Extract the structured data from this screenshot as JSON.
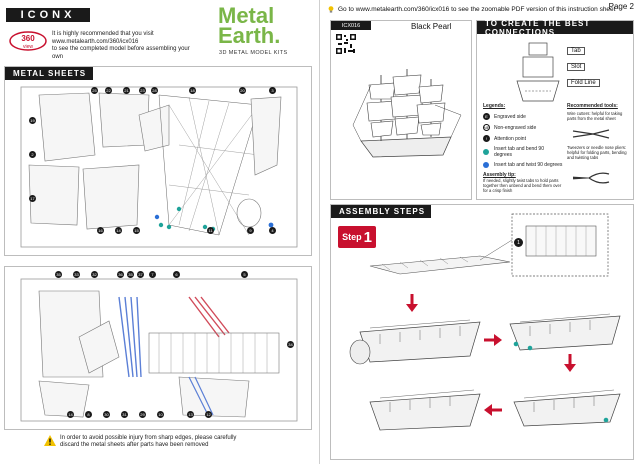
{
  "page_left": {
    "brand_label": "ICONX",
    "badge_label": "360",
    "badge_sub": "view",
    "intro_lines": [
      "It is highly recommended that you visit",
      "www.metalearth.com/360/icx016",
      "to see the completed model before assembling your own"
    ],
    "logo_line1": "Metal",
    "logo_line2": "Earth.",
    "kits_label": "3D METAL MODEL KITS",
    "metal_sheets_title": "METAL SHEETS",
    "sheet1_numbers": [
      "25",
      "22",
      "21",
      "23",
      "28",
      "18",
      "20",
      "19",
      "17",
      "14",
      "16",
      "15",
      "11",
      "9",
      "3",
      "2",
      "4"
    ],
    "sheet2_numbers": [
      "35",
      "33",
      "32",
      "36",
      "35",
      "37",
      "7",
      "6",
      "5",
      "34",
      "14",
      "8",
      "30",
      "31",
      "29",
      "10",
      "13",
      "12"
    ],
    "warning_lines": [
      "In order to avoid possible injury from sharp edges, please carefully",
      "discard the metal sheets after parts have been removed"
    ]
  },
  "page_right": {
    "page_number": "Page 2",
    "url_line": "Go to www.metalearth.com/360/icx016 to see the zoomable PDF version of this instruction sheet",
    "model_code": "ICX016",
    "model_name": "Black Pearl",
    "connections_title": "TO CREATE THE BEST CONNECTIONS",
    "tab_label": "Tab",
    "slot_label": "Slot",
    "fold_line_label": "Fold Line",
    "legends_title": "Legends:",
    "legend_items": [
      {
        "icon": "E",
        "text": "Engraved side"
      },
      {
        "icon": "NE",
        "text": "Non-engraved side"
      },
      {
        "icon": "!",
        "text": "Attention point"
      },
      {
        "icon": "",
        "text": "Insert tab and bend 90 degrees"
      },
      {
        "icon": "",
        "text": "Insert tab and twist 90 degrees"
      }
    ],
    "assembly_tip_title": "Assembly tip:",
    "assembly_tip_text": "If needed, slightly twist tabs to hold parts together then unbend and bend them over for a crisp finish",
    "tools_title": "Recommended tools:",
    "tool_items": [
      "Wire cutters: helpful for taking parts from the metal sheet",
      "Tweezers or needle nose pliers: helpful for folding parts, bending and twisting tabs"
    ],
    "assembly_title": "ASSEMBLY STEPS",
    "step_word": "Step",
    "step_number": "1",
    "inset_number": "1",
    "colors": {
      "accent_red": "#c8102e",
      "brand_green": "#7ab648",
      "teal": "#1fa39a",
      "blue": "#2a6fd6",
      "dark": "#1a1a1a"
    }
  }
}
